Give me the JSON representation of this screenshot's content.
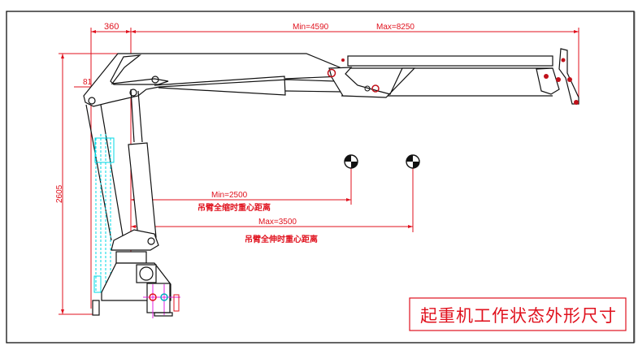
{
  "drawing": {
    "title": "起重机工作状态外形尺寸",
    "colors": {
      "dimension": "#e0121e",
      "outline": "#111111",
      "hidden_parts": "#00d8e6",
      "centerlines": "#e020e0",
      "frame": "#111111"
    },
    "dimensions": {
      "top_offset": "360",
      "boom_min": "Min=4590",
      "boom_max": "Max=8250",
      "pivot_offset": "81",
      "height": "2605",
      "cog_min": "Min=2500",
      "cog_min_label": "吊臂全缩时重心距离",
      "cog_max": "Max=3500",
      "cog_max_label": "吊臂全伸时重心距离"
    },
    "markers": [
      {
        "name": "center-of-gravity-retracted",
        "symbol": "cog-symbol"
      },
      {
        "name": "center-of-gravity-extended",
        "symbol": "cog-symbol"
      }
    ]
  }
}
